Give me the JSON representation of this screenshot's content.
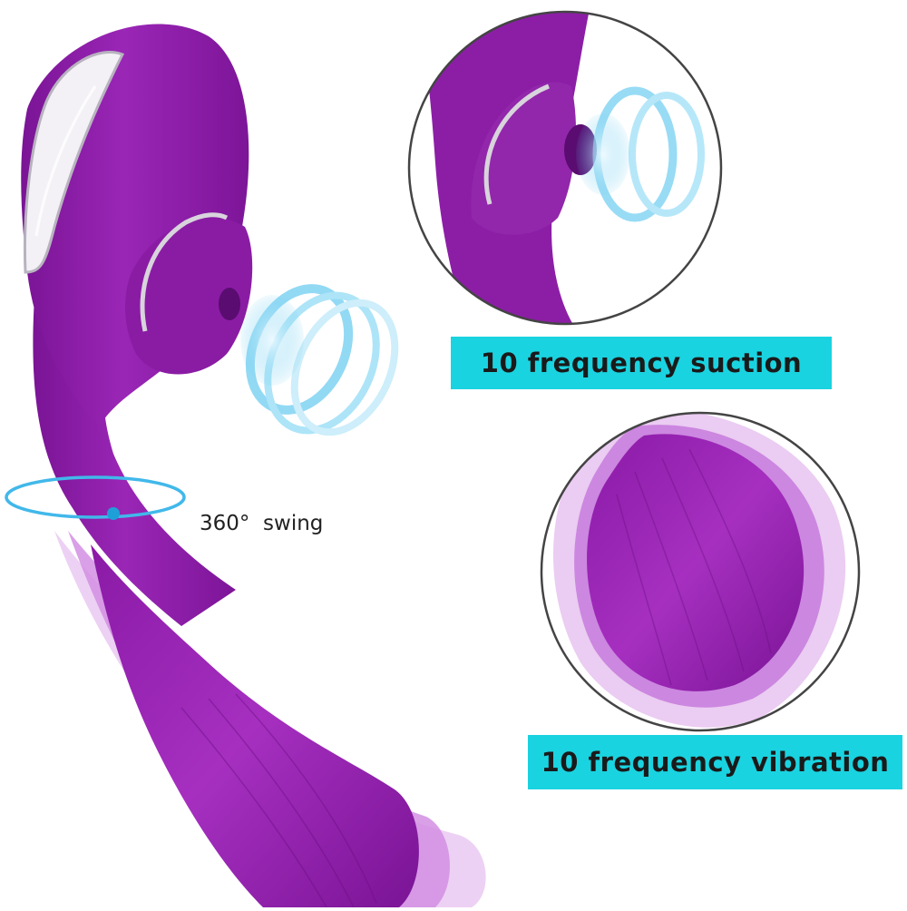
{
  "features": {
    "suction_label": "10 frequency suction",
    "vibration_label": "10 frequency vibration",
    "swing_label": "360°  swing"
  },
  "colors": {
    "product_purple": "#8e1fa8",
    "product_purple_dark": "#6a0f82",
    "label_cyan": "#1ad3e0",
    "motion_blue": "#59c6ee"
  },
  "icons": {
    "swing_indicator": "rotation-ring-icon",
    "suction_wave": "suction-wave-icon"
  }
}
